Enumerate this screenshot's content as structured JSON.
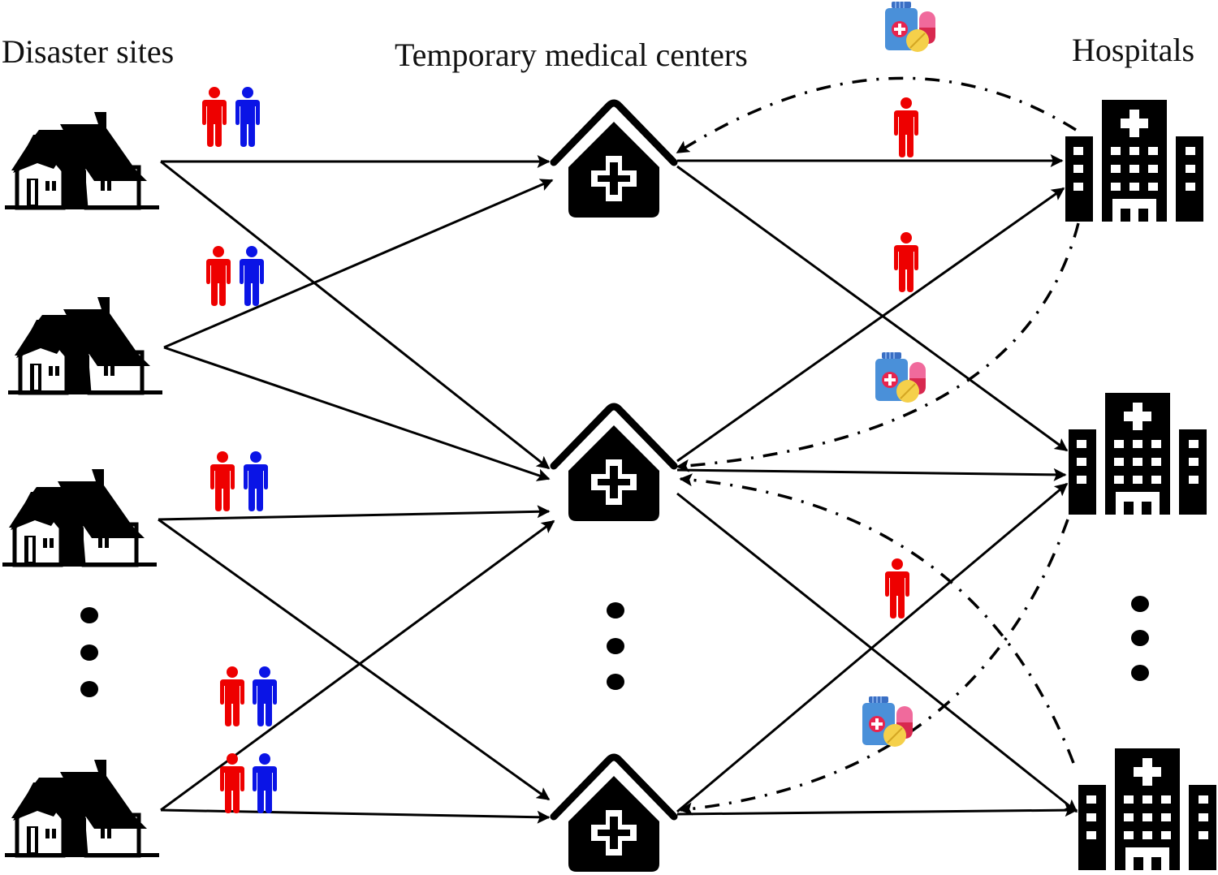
{
  "titles": {
    "disaster_sites": "Disaster sites",
    "temporary_medical_centers": "Temporary medical centers",
    "hospitals": "Hospitals"
  },
  "colors": {
    "line": "#000000",
    "icon": "#000000",
    "person_a": "#ee0000",
    "person_b": "#0a14e6",
    "bottle": "#4a90d9",
    "bottle_cap": "#3a6fc4",
    "cross_badge": "#e8244e",
    "pill": "#f06a9c",
    "pill_dark": "#d8284f",
    "tablet": "#f5d04a"
  },
  "nodes": {
    "disaster_sites": [
      {
        "id": "s1",
        "icon": "house-icon"
      },
      {
        "id": "s2",
        "icon": "house-icon"
      },
      {
        "id": "s3",
        "icon": "house-icon"
      },
      {
        "id": "s4",
        "icon": "house-icon"
      }
    ],
    "temporary_medical_centers": [
      {
        "id": "t1",
        "icon": "medical-tent-icon"
      },
      {
        "id": "t2",
        "icon": "medical-tent-icon"
      },
      {
        "id": "t3",
        "icon": "medical-tent-icon"
      }
    ],
    "hospitals": [
      {
        "id": "h1",
        "icon": "hospital-icon"
      },
      {
        "id": "h2",
        "icon": "hospital-icon"
      },
      {
        "id": "h3",
        "icon": "hospital-icon"
      }
    ],
    "ellipsis": [
      "sites",
      "tmc",
      "hospitals"
    ]
  },
  "edges": {
    "patient_flow_sites_to_tmc": [
      [
        "s1",
        "t1"
      ],
      [
        "s1",
        "t2"
      ],
      [
        "s2",
        "t1"
      ],
      [
        "s2",
        "t2"
      ],
      [
        "s3",
        "t2"
      ],
      [
        "s3",
        "t3"
      ],
      [
        "s4",
        "t2"
      ],
      [
        "s4",
        "t3"
      ]
    ],
    "patient_flow_tmc_to_hospital": [
      [
        "t1",
        "h1"
      ],
      [
        "t1",
        "h2"
      ],
      [
        "t2",
        "h1"
      ],
      [
        "t2",
        "h2"
      ],
      [
        "t2",
        "h3"
      ],
      [
        "t3",
        "h2"
      ],
      [
        "t3",
        "h3"
      ]
    ],
    "supply_flow_hospital_to_tmc": [
      [
        "h1",
        "t1"
      ],
      [
        "h1",
        "t2"
      ],
      [
        "h3",
        "t2"
      ],
      [
        "h2",
        "t3"
      ]
    ]
  },
  "annotations": {
    "people_pairs": [
      "s1",
      "s2",
      "s3",
      "s4-upper",
      "s4-lower"
    ],
    "single_patients": [
      "t1-h1",
      "t2-h1",
      "t2-h3"
    ],
    "medicine_kits": [
      "h1-t1",
      "h1-t2",
      "h2-t3"
    ]
  }
}
